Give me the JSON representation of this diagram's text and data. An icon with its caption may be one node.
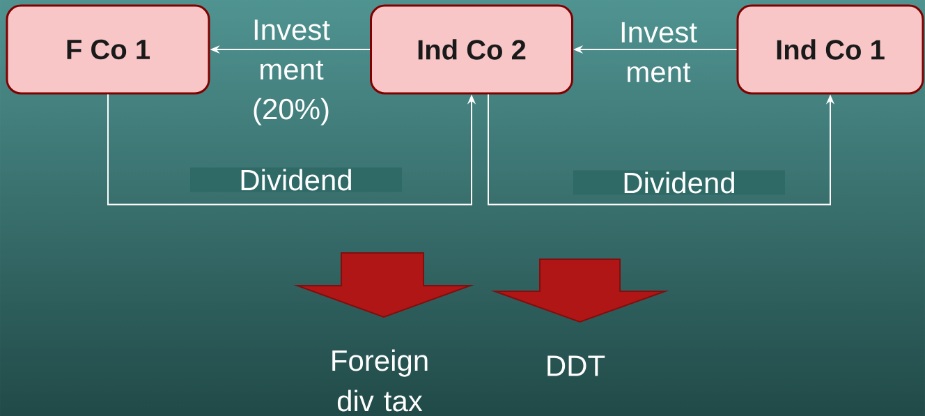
{
  "diagram": {
    "nodes": [
      {
        "text": [
          "F Co 1"
        ]
      },
      {
        "text": [
          "Ind Co 2"
        ]
      },
      {
        "text": [
          "Ind Co 1"
        ]
      },
      {
        "text": [],
        "shape": "arrow",
        "beside": [
          "Foreign div tax"
        ]
      },
      {
        "text": [],
        "shape": "arrow",
        "beside": [
          "DDT"
        ]
      }
    ],
    "edges": [
      {
        "from": 1,
        "to": 0,
        "arrow": "to",
        "label": "Invest ment (20%)"
      },
      {
        "from": 2,
        "to": 1,
        "arrow": "to",
        "label": "Invest ment"
      },
      {
        "from": 0,
        "to": 1,
        "arrow": "to",
        "label": "Dividend"
      },
      {
        "from": 1,
        "to": 2,
        "arrow": "to",
        "label": "Dividend"
      }
    ]
  }
}
